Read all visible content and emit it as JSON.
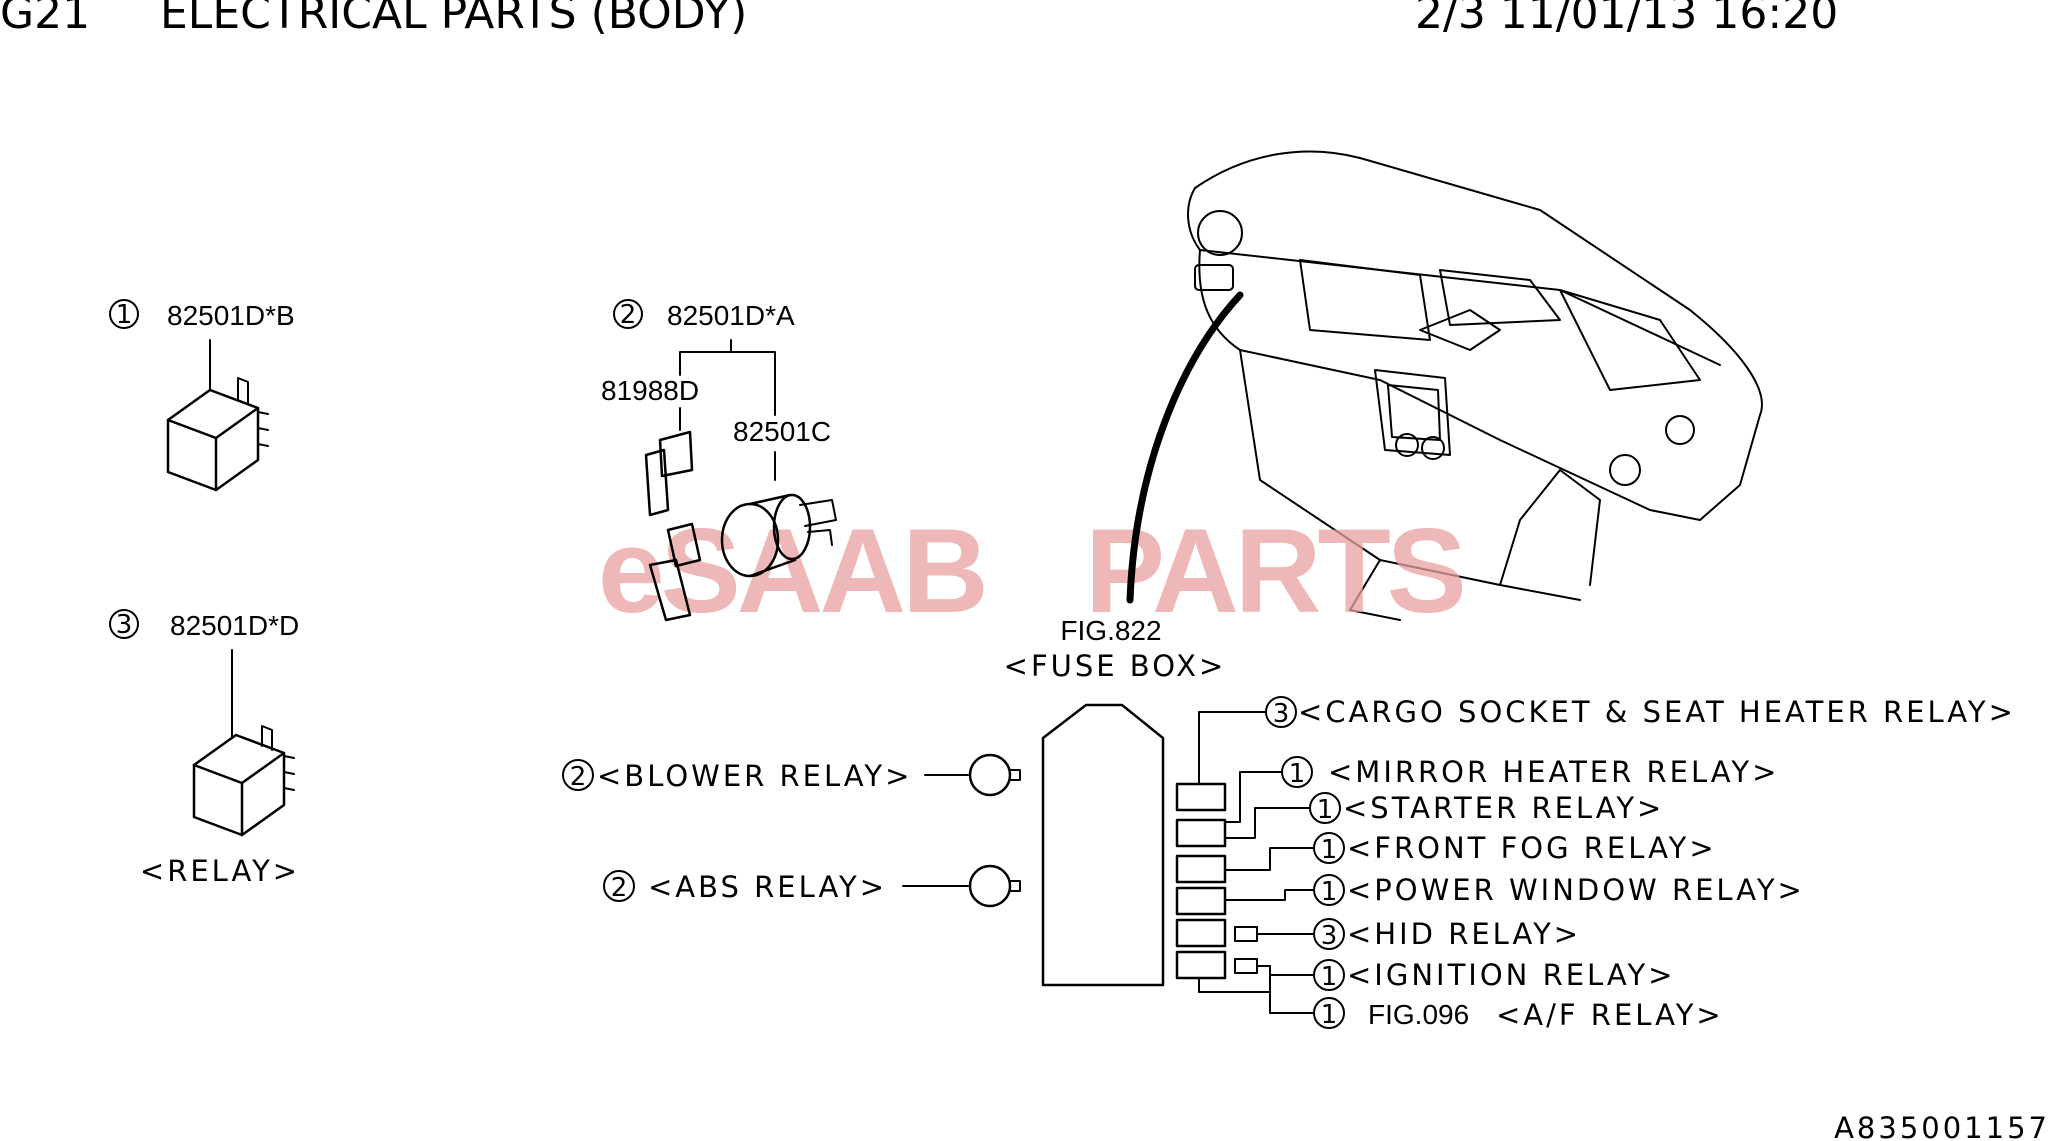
{
  "header": {
    "code": "G21",
    "title": "ELECTRICAL PARTS (BODY)",
    "page_info": "2/3 11/01/13 16:20"
  },
  "watermark": {
    "prefix": "eSAAB",
    "suffix": "PARTS"
  },
  "parts": {
    "relay_b": {
      "num": "1",
      "code": "82501D*B"
    },
    "relay_a": {
      "num": "2",
      "code": "82501D*A"
    },
    "relay_d": {
      "num": "3",
      "code": "82501D*D"
    },
    "bracket": "81988D",
    "relay_c": "82501C",
    "relay_caption": "<RELAY>"
  },
  "fuse_box": {
    "fig": "FIG.822",
    "label": "<FUSE BOX>"
  },
  "left_relays": [
    {
      "num": "2",
      "label": "<BLOWER RELAY>"
    },
    {
      "num": "2",
      "label": "<ABS RELAY>"
    }
  ],
  "right_relays": [
    {
      "num": "3",
      "label": "<CARGO SOCKET & SEAT HEATER RELAY>"
    },
    {
      "num": "1",
      "label": "<MIRROR HEATER RELAY>"
    },
    {
      "num": "1",
      "label": "<STARTER RELAY>"
    },
    {
      "num": "1",
      "label": "<FRONT FOG RELAY>"
    },
    {
      "num": "1",
      "label": "<POWER WINDOW RELAY>"
    },
    {
      "num": "3",
      "label": "<HID RELAY>"
    },
    {
      "num": "1",
      "label": "<IGNITION RELAY>"
    },
    {
      "num": "1",
      "fig": "FIG.096",
      "label": "<A/F RELAY>"
    }
  ],
  "footer": {
    "ref": "A835001157"
  }
}
